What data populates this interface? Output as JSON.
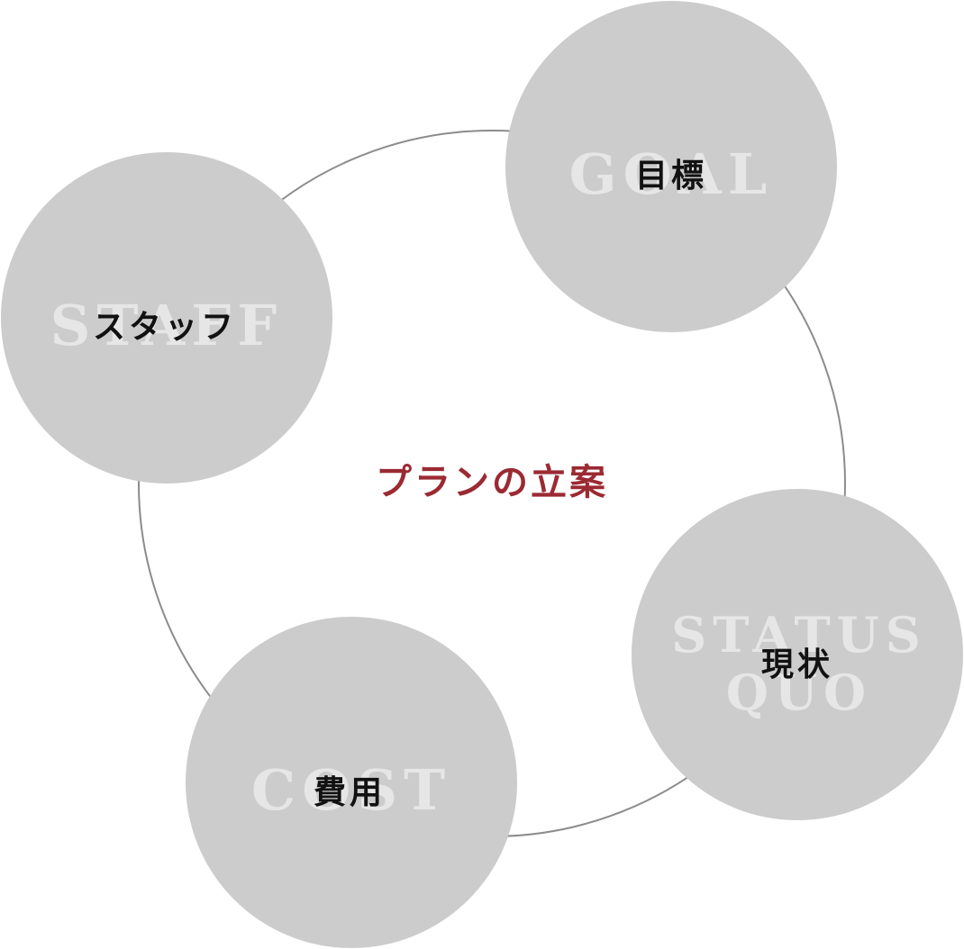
{
  "center": {
    "title": "プランの立案",
    "color": "#9b2a33"
  },
  "colors": {
    "node_fill": "#cccccc",
    "ring_stroke": "#8c8c8c",
    "bg_word": "#e6e6e6"
  },
  "nodes": {
    "goal": {
      "bg": "GOAL",
      "label": "目標"
    },
    "staff": {
      "bg": "STAFF",
      "label": "スタッフ"
    },
    "status": {
      "bg_line1": "STATUS",
      "bg_line2": "QUO",
      "label": "現状"
    },
    "cost": {
      "bg": "COST",
      "label": "費用"
    }
  }
}
